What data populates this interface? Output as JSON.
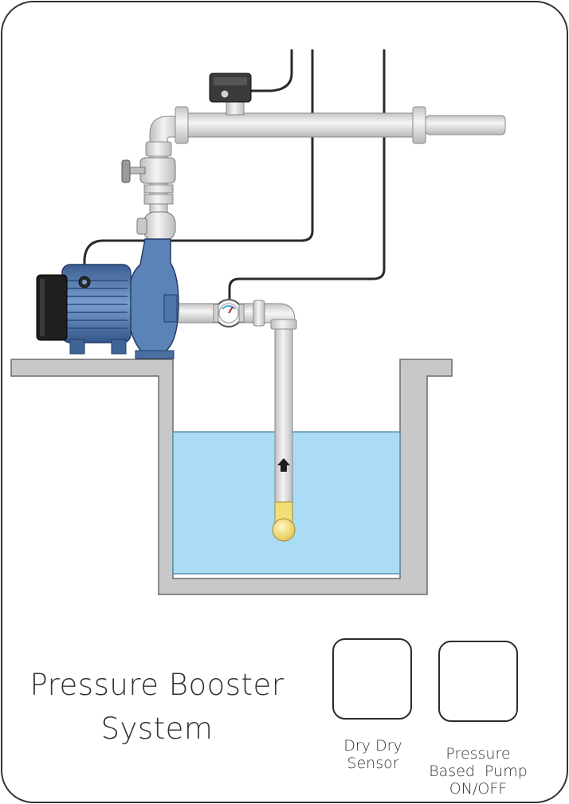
{
  "title": {
    "line1": "Pressure Booster",
    "line2": "System"
  },
  "icons": {
    "sensor": {
      "icon": "pressure-gauge-icon",
      "caption_line1": "Dry Dry",
      "caption_line2": "Sensor"
    },
    "switch": {
      "icon": "pressure-switch-icon",
      "caption_line1": "Pressure",
      "caption_line2": "Based  Pump",
      "caption_line3": "ON/OFF"
    }
  },
  "colors": {
    "pump_blue": "#5b83b8",
    "pump_dark": "#1f1f1f",
    "water": "#aadcf5",
    "pipe": "#dcdcdc",
    "tank_wall": "#c8c8c8",
    "float": "#f3dd78",
    "switch_red": "#c6282c"
  }
}
